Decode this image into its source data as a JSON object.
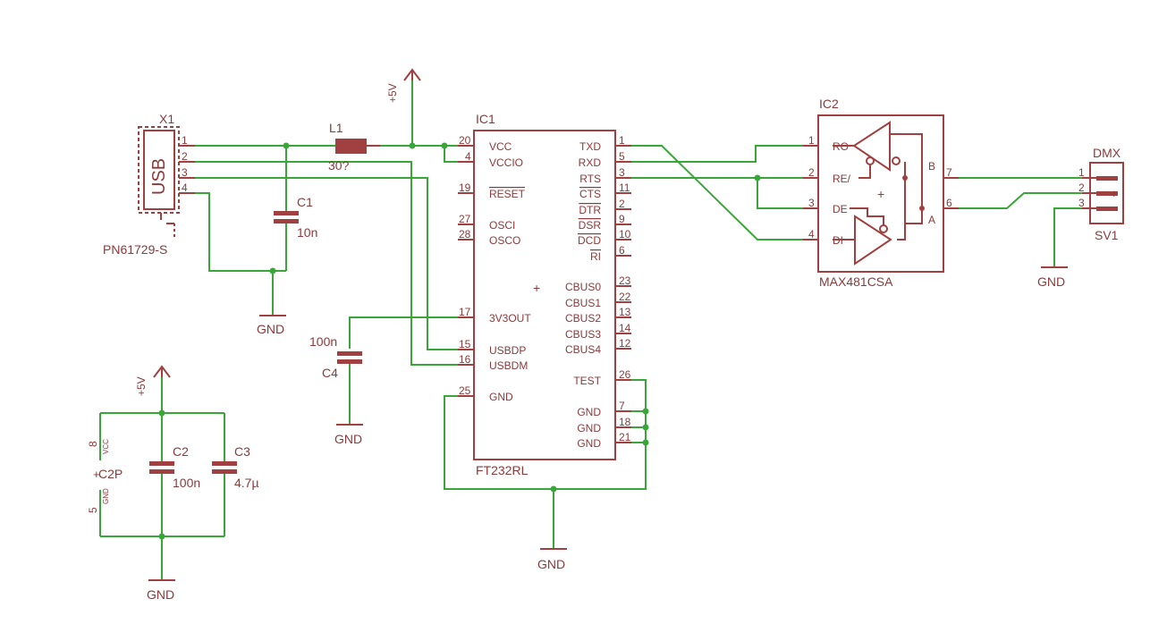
{
  "components": {
    "x1": {
      "name": "X1",
      "body": "USB",
      "part": "PN61729-S",
      "pins": [
        "1",
        "2",
        "3",
        "4"
      ]
    },
    "l1": {
      "name": "L1",
      "value": "30?"
    },
    "c1": {
      "name": "C1",
      "value": "10n"
    },
    "c2": {
      "name": "C2",
      "value": "100n"
    },
    "c3": {
      "name": "C3",
      "value": "4.7µ"
    },
    "c4": {
      "name": "C4",
      "value": "100n"
    },
    "c2p": {
      "name": "C2P",
      "pin_vcc_num": "8",
      "pin_vcc": "VCC",
      "pin_gnd_num": "5",
      "pin_gnd": "GND"
    },
    "ic1": {
      "name": "IC1",
      "part": "FT232RL",
      "left_pins": [
        {
          "num": "20",
          "label": "VCC"
        },
        {
          "num": "4",
          "label": "VCCIO"
        },
        {
          "num": "19",
          "label": "RESET"
        },
        {
          "num": "27",
          "label": "OSCI"
        },
        {
          "num": "28",
          "label": "OSCO"
        },
        {
          "num": "17",
          "label": "3V3OUT"
        },
        {
          "num": "15",
          "label": "USBDP"
        },
        {
          "num": "16",
          "label": "USBDM"
        },
        {
          "num": "25",
          "label": "GND"
        }
      ],
      "right_pins": [
        {
          "num": "1",
          "label": "TXD"
        },
        {
          "num": "5",
          "label": "RXD"
        },
        {
          "num": "3",
          "label": "RTS"
        },
        {
          "num": "11",
          "label": "CTS"
        },
        {
          "num": "2",
          "label": "DTR"
        },
        {
          "num": "9",
          "label": "DSR"
        },
        {
          "num": "10",
          "label": "DCD"
        },
        {
          "num": "6",
          "label": "RI"
        },
        {
          "num": "23",
          "label": "CBUS0"
        },
        {
          "num": "22",
          "label": "CBUS1"
        },
        {
          "num": "13",
          "label": "CBUS2"
        },
        {
          "num": "14",
          "label": "CBUS3"
        },
        {
          "num": "12",
          "label": "CBUS4"
        },
        {
          "num": "26",
          "label": "TEST"
        },
        {
          "num": "7",
          "label": "GND"
        },
        {
          "num": "18",
          "label": "GND"
        },
        {
          "num": "21",
          "label": "GND"
        }
      ]
    },
    "ic2": {
      "name": "IC2",
      "part": "MAX481CSA",
      "left_pins": [
        {
          "num": "1",
          "label": "RO"
        },
        {
          "num": "2",
          "label": "RE/"
        },
        {
          "num": "3",
          "label": "DE"
        },
        {
          "num": "4",
          "label": "DI"
        }
      ],
      "right_pins": [
        {
          "num": "7",
          "label": "B"
        },
        {
          "num": "6",
          "label": "A"
        }
      ]
    },
    "sv1": {
      "name": "DMX",
      "part": "SV1",
      "pins": [
        "1",
        "2",
        "3"
      ],
      "mark": "+"
    }
  },
  "nets": {
    "plus5v": "+5V",
    "gnd": "GND"
  }
}
